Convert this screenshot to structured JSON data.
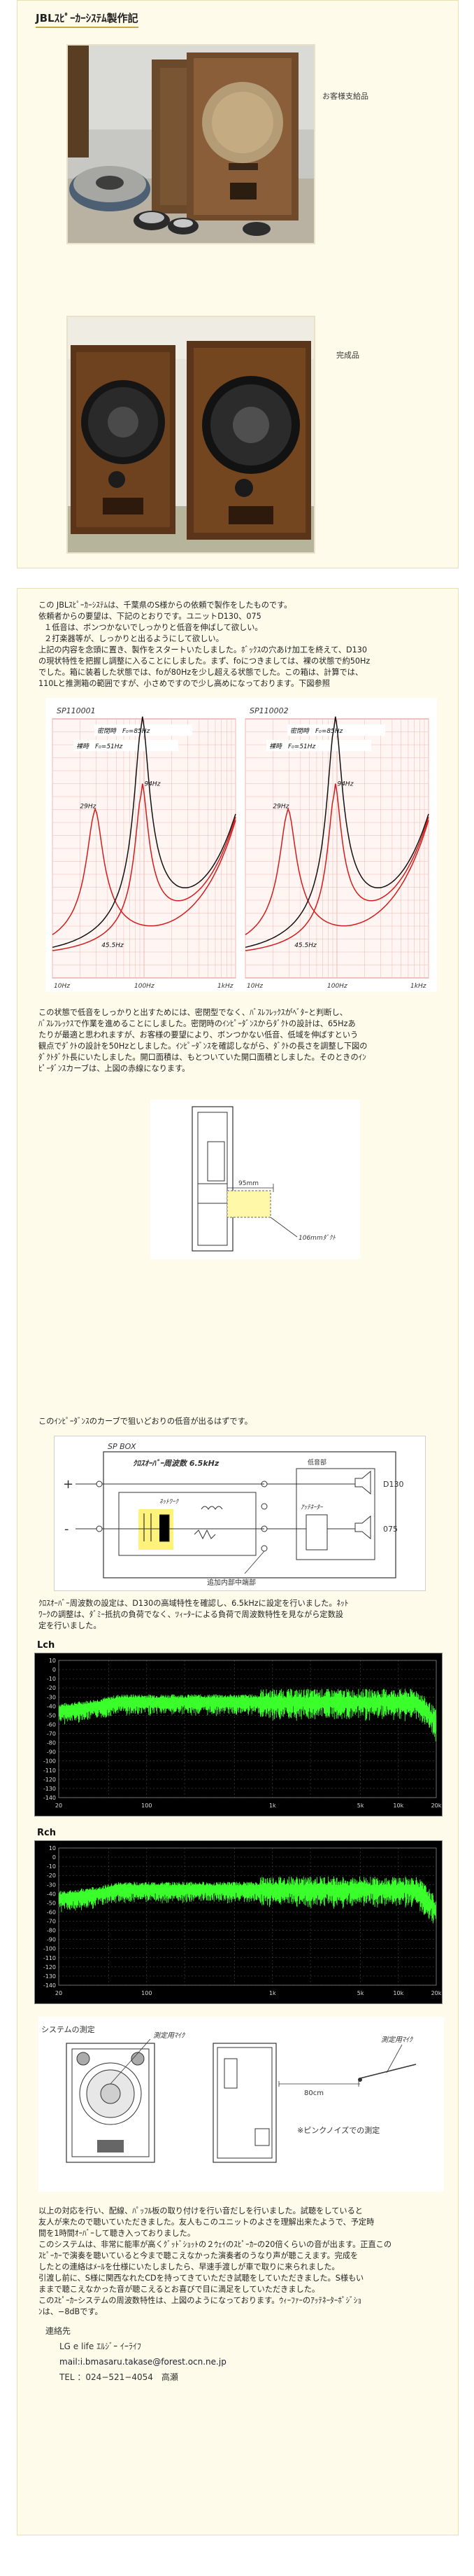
{
  "title": "JBLｽﾋﾟｰｶｰｼｽﾃﾑ製作記",
  "photos": [
    {
      "caption": "お客様支給品"
    },
    {
      "caption": "完成品"
    }
  ],
  "intro": {
    "lines": [
      "この JBLｽﾋﾟｰｶｰｼｽﾃﾑは、千葉県のS様からの依頼で製作をしたものです。",
      "依頼者からの要望は、下記のとおりです。ユニットD130、075",
      "１低音は、ボンつかないでしっかりと低音を伸ばして欲しい。",
      "２打楽器等が、しっかりと出るようにして欲しい。",
      "上記の内容を念頭に置き、製作をスタートいたしました。ﾎﾞｯｸｽの穴あけ加工を終えて、D130",
      "の現状特性を把握し調整に入ることにしました。まず、foにつきましては、裸の状態で約50Hz",
      "でした。箱に装着した状態では、foが80Hzを少し超える状態でした。この箱は、計算では、",
      "110Lと推測箱の範囲ですが、小さめですので少し高めになっております。下図参照"
    ]
  },
  "graphs": [
    {
      "id": "SP110001",
      "legend_damp": "密閉時　F₀=85Hz",
      "legend_bare": "裸時　F₀=51Hz",
      "label_peak": "94Hz",
      "label_low": "29Hz",
      "label_min": "45.5Hz",
      "x_start": "10Hz",
      "x_end": "1kHz",
      "x_mid": "100Hz"
    },
    {
      "id": "SP110002",
      "legend_damp": "密閉時　F₀=85Hz",
      "legend_bare": "裸時　F₀=51Hz",
      "label_peak": "94Hz",
      "label_low": "29Hz",
      "label_min": "45.5Hz",
      "x_start": "10Hz",
      "x_end": "1kHz",
      "x_mid": "100Hz"
    }
  ],
  "para2": [
    "この状態で低音をしっかりと出すためには、密閉型でなく、ﾊﾞｽﾚﾌﾚｯｸｽがﾍﾞﾀｰと判断し、",
    "ﾊﾞｽﾚﾌﾚｯｸｽで作業を進めることにしました。密閉時のｲﾝﾋﾟｰﾀﾞﾝｽからﾀﾞｸﾄの設計は、65Hzあ",
    "たりが最適と思われますが、お客様の要望により、ボンつかない低音、低域を伸ばすという",
    "観点でﾀﾞｸﾄの設計を50Hzとしました。ｲﾝﾋﾟｰﾀﾞﾝｽを確認しながら、ﾀﾞｸﾄの長さを調整し下図の",
    "ﾀﾞｸﾄﾀﾞｸﾄ長にいたしました。開口面積は、もとついていた開口面積としました。そのときのｲﾝ",
    "ﾋﾟｰﾀﾞﾝｽカーブは、上図の赤線になります。"
  ],
  "duct": {
    "dim1": "95mm",
    "dim2": "106mmﾀﾞｸﾄ"
  },
  "para3": "このｲﾝﾋﾟｰﾀﾞﾝｽのカーブで狙いどおりの低音が出るはずです。",
  "network": {
    "box_label": "SP BOX",
    "xover": "ｸﾛｽｵｰﾊﾞｰ周波数 6.5kHz",
    "network_label": "ﾈｯﾄﾜｰｸ",
    "att_label": "ｱｯﾃﾈｰﾀｰ",
    "low_label": "低音部",
    "unit1": "D130",
    "unit2": "075",
    "bottom_label": "追加内部中端部",
    "plus": "+",
    "minus": "-"
  },
  "para4": [
    "ｸﾛｽｵｰﾊﾞｰ周波数の設定は、D130の高域特性を確認し、6.5kHzに設定を行いました。ﾈｯﾄ",
    "ﾜｰｸの調整は、ﾀﾞﾐｰ抵抗の負荷でなく、ﾂｨｰﾀｰによる負荷で周波数特性を見ながら定数設",
    "定を行いました。"
  ],
  "spectra": [
    {
      "label": "Lch",
      "y_ticks": [
        "10",
        "0",
        "-10",
        "-20",
        "-30",
        "-40",
        "-50",
        "-60",
        "-70",
        "-80",
        "-90",
        "-100",
        "-110",
        "-120",
        "-130",
        "-140"
      ],
      "x_ticks": [
        "20",
        "100",
        "1k",
        "5k",
        "10k",
        "20k"
      ]
    },
    {
      "label": "Rch",
      "y_ticks": [
        "10",
        "0",
        "-10",
        "-20",
        "-30",
        "-40",
        "-50",
        "-60",
        "-70",
        "-80",
        "-90",
        "-100",
        "-110",
        "-120",
        "-130",
        "-140"
      ],
      "x_ticks": [
        "20",
        "100",
        "1k",
        "5k",
        "10k",
        "20k"
      ]
    }
  ],
  "measurement": {
    "title": "システムの測定",
    "mic1": "測定用ﾏｲｸ",
    "mic2": "測定用ﾏｲｸ",
    "distance": "80cm",
    "note": "※ピンクノイズでの測定"
  },
  "para5": [
    "以上の対応を行い、配線、ﾊﾟｯﾌﾙ板の取り付けを行い音だしを行いました。試聴をしていると",
    "友人が来たので聴いていただきました。友人もこのユニットのよさを理解出来たようで、予定時",
    "間を1時間ｵｰﾊﾞｰして聴き入っておりました。",
    "このシステムは、非常に能率が高くｸﾞｯﾄﾞｼｮｯﾄの２ｳｪｲのｽﾋﾟｰｶｰの20倍くらいの音が出ます。正直この",
    "ｽﾋﾟｰｶｰで演奏を聴いていると今まで聴こえなかった演奏者のうなり声が聴こえます。完成を",
    "したとの連絡はﾒｰﾙを仕様にいたしましたら、早速手渡しが車で取りに来られました。",
    "引渡し前に、S様に関西なれたCDを持ってきていただき試聴をしていただきました。S様もい",
    "ままで聴こえなかった音が聴こえるとお喜びで目に満足をしていただきました。",
    "このｽﾋﾟｰｶｰシステムの周波数特性は、上図のようになっております。ｳｨｰﾌｧｰのｱｯﾃﾈｰﾀｰﾎﾟｼﾞｼｮ",
    "ﾝは、−8dBです。"
  ],
  "contact": {
    "heading": "連絡先",
    "company": "LG e life ｴﾙｼﾞｰ ｲｰﾗｲﾌ",
    "mail": "mail:i.bmasaru.takase@forest.ocn.ne.jp",
    "tel": "TEL ：024−521−4054　高瀬"
  }
}
